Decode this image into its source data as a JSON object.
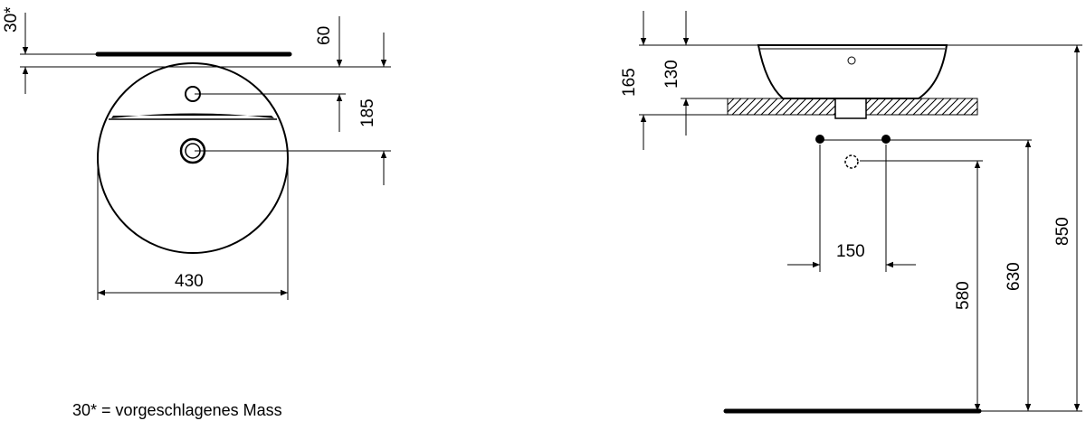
{
  "top_view": {
    "dim_30_star": "30*",
    "dim_60": "60",
    "dim_185": "185",
    "dim_430": "430"
  },
  "side_view": {
    "dim_165": "165",
    "dim_130": "130",
    "dim_150": "150",
    "dim_580": "580",
    "dim_630": "630",
    "dim_850": "850"
  },
  "footnote": "30* = vorgeschlagenes Mass"
}
